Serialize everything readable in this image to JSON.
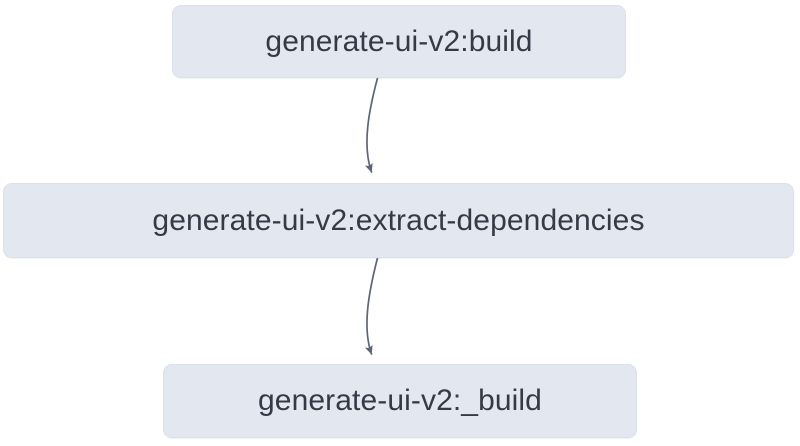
{
  "diagram": {
    "type": "flowchart",
    "direction": "top-to-bottom",
    "background_color": "#ffffff",
    "node_fill_color": "#e3e8f0",
    "node_border_color": "#dbe1ea",
    "node_text_color": "#343b47",
    "edge_color": "#5e6575",
    "nodes": [
      {
        "id": "build",
        "label": "generate-ui-v2:build"
      },
      {
        "id": "extract-dependencies",
        "label": "generate-ui-v2:extract-dependencies"
      },
      {
        "id": "_build",
        "label": "generate-ui-v2:_build"
      }
    ],
    "edges": [
      {
        "id": "edge-build-to-extract",
        "from": "generate-ui-v2:build",
        "to": "generate-ui-v2:extract-dependencies",
        "arrowhead": "triangle"
      },
      {
        "id": "edge-extract-to-underscore-build",
        "from": "generate-ui-v2:extract-dependencies",
        "to": "generate-ui-v2:_build",
        "arrowhead": "triangle"
      }
    ]
  }
}
